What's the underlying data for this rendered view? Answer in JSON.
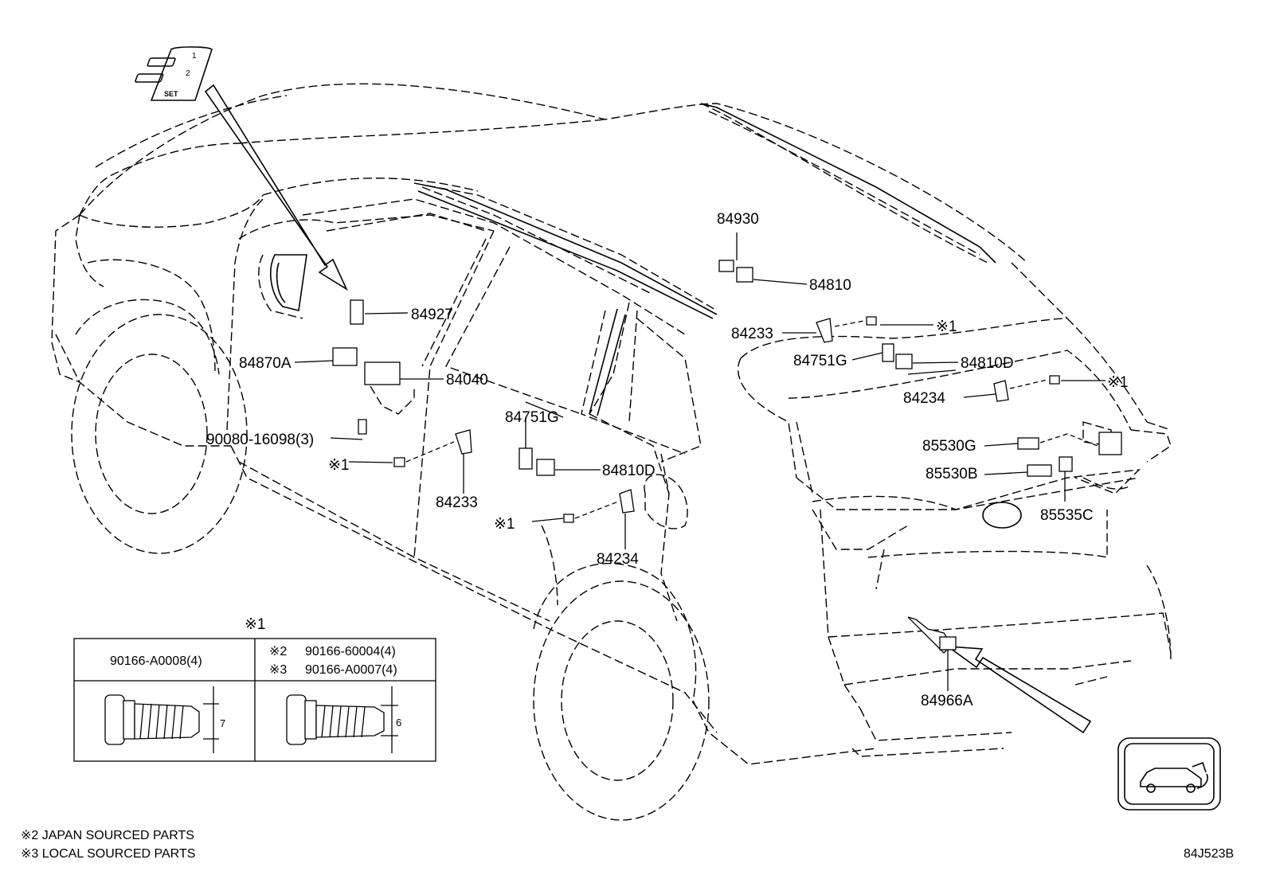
{
  "labels": {
    "p84930": "84930",
    "p84810": "84810",
    "p84927": "84927",
    "p84233_top": "84233",
    "note1_top": "※1",
    "p84751g_top": "84751G",
    "p84810d_top": "84810D",
    "p84870a": "84870A",
    "p84040": "84040",
    "p84234_right": "84234",
    "note1_right": "※1",
    "p84751g_mid": "84751G",
    "p90080": "90080-16098(3)",
    "p85530g": "85530G",
    "note1_left": "※1",
    "p84810d_mid": "84810D",
    "p85530b": "85530B",
    "p84233_mid": "84233",
    "note1_bottom": "※1",
    "p85535c": "85535C",
    "p84234_bottom": "84234",
    "p84966a": "84966A"
  },
  "table": {
    "header_note": "※1",
    "left_part": "90166-A0008(4)",
    "right_mark2": "※2",
    "right_part2": "90166-60004(4)",
    "right_mark3": "※3",
    "right_part3": "90166-A0007(4)",
    "dim_left": "7",
    "dim_right": "6"
  },
  "switch_panel": {
    "btn1": "1",
    "btn2": "2",
    "btn_set": "SET"
  },
  "footnotes": {
    "note2": "※2 JAPAN SOURCED PARTS",
    "note3": "※3 LOCAL SOURCED PARTS"
  },
  "diagram_code": "84J523B"
}
